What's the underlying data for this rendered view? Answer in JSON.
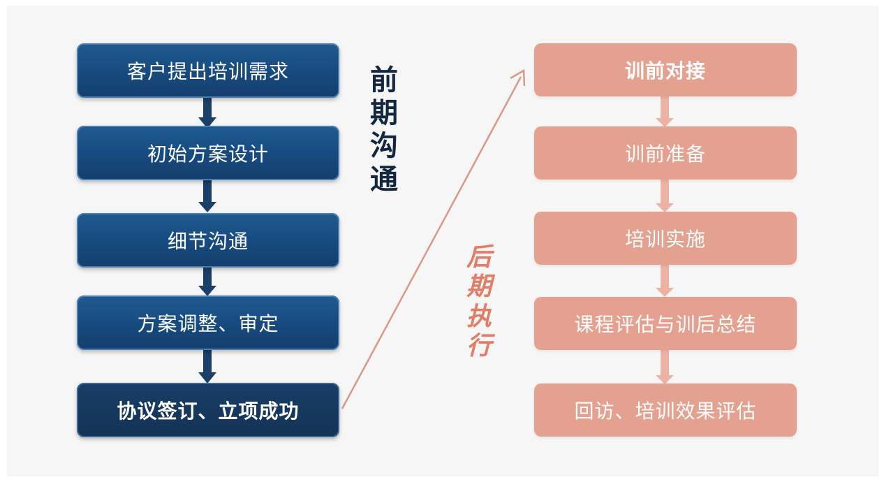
{
  "left_flow": {
    "steps": [
      "客户提出培训需求",
      "初始方案设计",
      "细节沟通",
      "方案调整、审定",
      "协议签订、立项成功"
    ]
  },
  "front_label": [
    "前",
    "期",
    "沟",
    "通"
  ],
  "back_label": [
    "后",
    "期",
    "执",
    "行"
  ],
  "right_flow": {
    "steps": [
      "训前对接",
      "训前准备",
      "培训实施",
      "课程评估与训后总结",
      "回访、培训效果评估"
    ]
  },
  "colors": {
    "left_box": "#174a7e",
    "left_arrow": "#1a3f69",
    "right_box": "#e5a190",
    "right_arrow": "#ecb3a4",
    "front_label": "#13273f",
    "back_label": "#e07e68",
    "connector": "#d89886"
  }
}
